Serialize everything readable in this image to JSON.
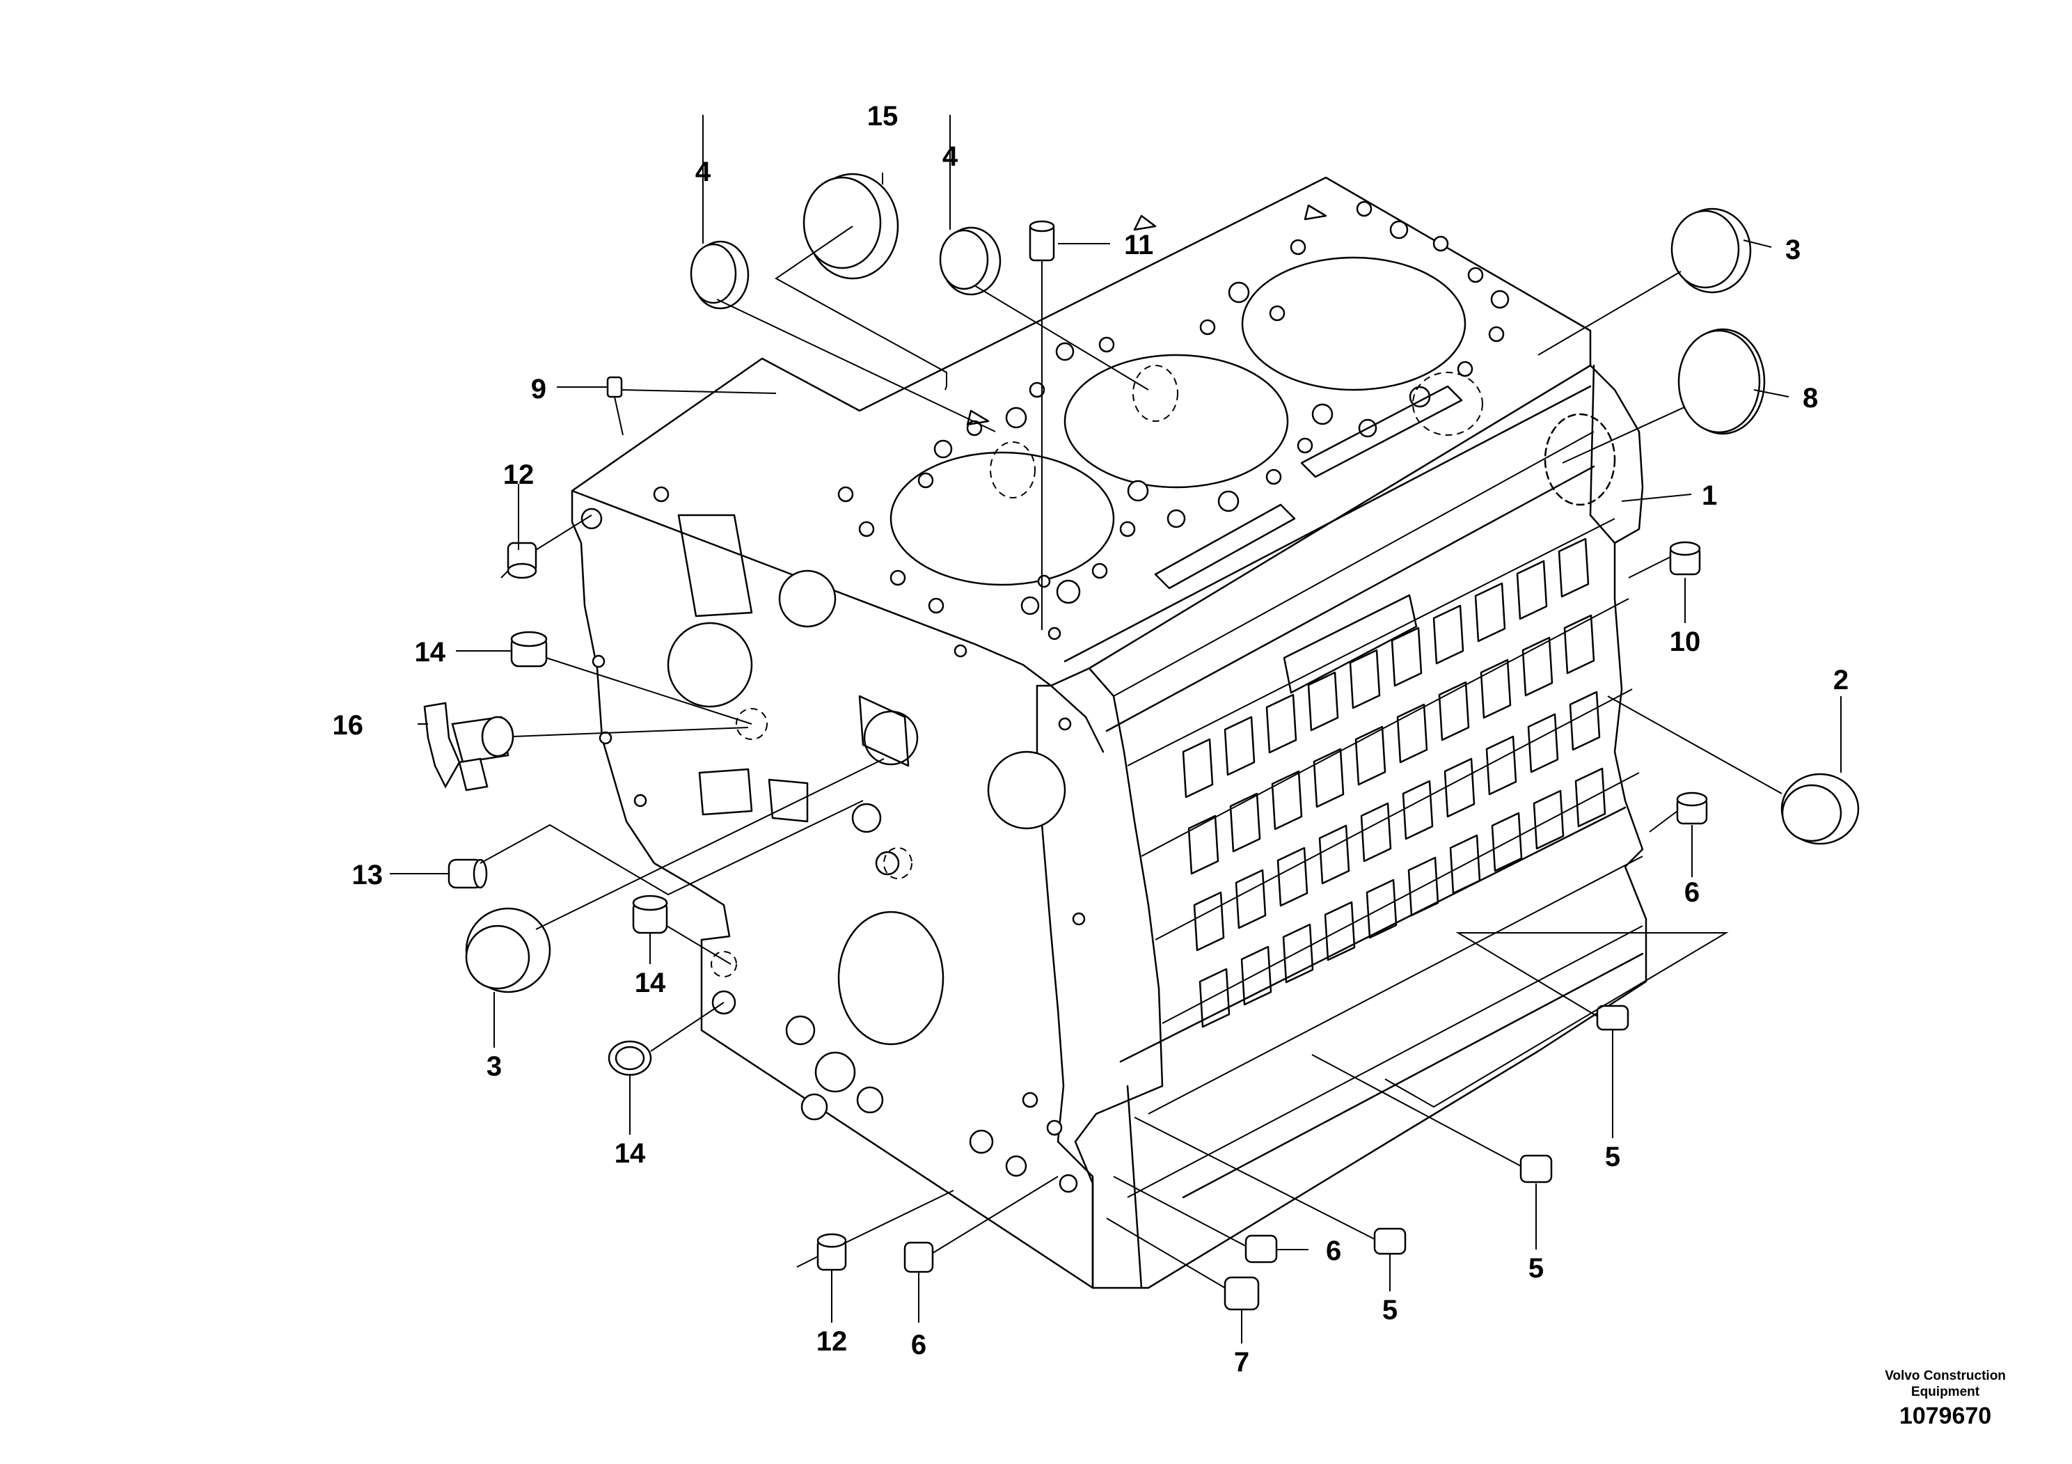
{
  "callouts": [
    {
      "id": "c15",
      "text": "15"
    },
    {
      "id": "c4a",
      "text": "4"
    },
    {
      "id": "c4b",
      "text": "4"
    },
    {
      "id": "c11",
      "text": "11"
    },
    {
      "id": "c3a",
      "text": "3"
    },
    {
      "id": "c8",
      "text": "8"
    },
    {
      "id": "c1",
      "text": "1"
    },
    {
      "id": "c9",
      "text": "9"
    },
    {
      "id": "c12a",
      "text": "12"
    },
    {
      "id": "c14a",
      "text": "14"
    },
    {
      "id": "c16",
      "text": "16"
    },
    {
      "id": "c10",
      "text": "10"
    },
    {
      "id": "c2",
      "text": "2"
    },
    {
      "id": "c13",
      "text": "13"
    },
    {
      "id": "c6a",
      "text": "6"
    },
    {
      "id": "c14b",
      "text": "14"
    },
    {
      "id": "c3b",
      "text": "3"
    },
    {
      "id": "c14c",
      "text": "14"
    },
    {
      "id": "c5a",
      "text": "5"
    },
    {
      "id": "c5b",
      "text": "5"
    },
    {
      "id": "c6b",
      "text": "6"
    },
    {
      "id": "c5c",
      "text": "5"
    },
    {
      "id": "c12b",
      "text": "12"
    },
    {
      "id": "c6c",
      "text": "6"
    },
    {
      "id": "c7",
      "text": "7"
    }
  ],
  "footer": {
    "company_line1": "Volvo Construction",
    "company_line2": "Equipment",
    "document_number": "1079670"
  }
}
